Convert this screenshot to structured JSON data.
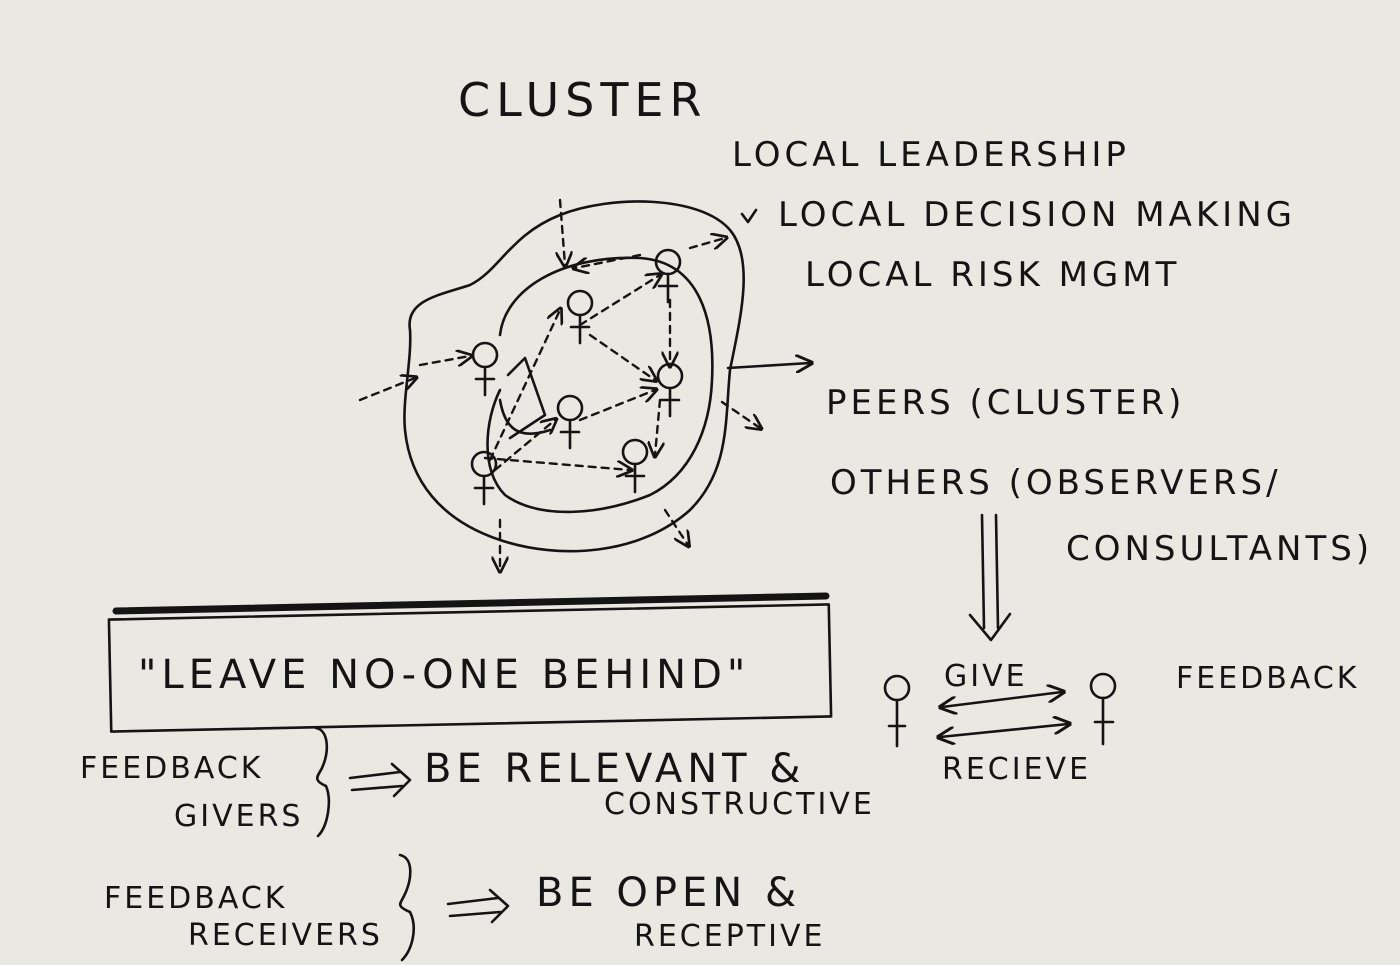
{
  "title": "CLUSTER",
  "local_items": [
    "LOCAL LEADERSHIP",
    "LOCAL DECISION MAKING",
    "LOCAL RISK MGMT"
  ],
  "peers_label": "PEERS (CLUSTER)",
  "others_label": "OTHERS (OBSERVERS/",
  "others_label_2": "CONSULTANTS)",
  "motto": "\"LEAVE NO-ONE BEHIND\"",
  "give_label": "GIVE",
  "receive_label": "RECIEVE",
  "feedback_label": "FEEDBACK",
  "givers": {
    "label_1": "FEEDBACK",
    "label_2": "GIVERS",
    "advice_1": "BE RELEVANT &",
    "advice_2": "CONSTRUCTIVE"
  },
  "receivers": {
    "label_1": "FEEDBACK",
    "label_2": "RECEIVERS",
    "advice_1": "BE OPEN &",
    "advice_2": "RECEPTIVE"
  },
  "colors": {
    "paper": "#eae8e3",
    "ink": "#141414"
  }
}
